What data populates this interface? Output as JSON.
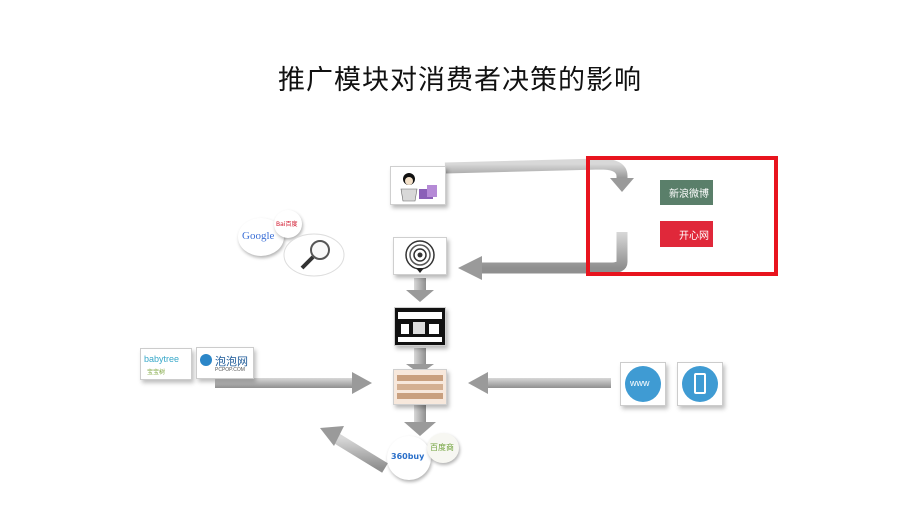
{
  "title": "推广模块对消费者决策的影响",
  "sns": {
    "weibo_label": "新浪微博",
    "kaixin_label": "开心网"
  },
  "search": {
    "google_label": "Google",
    "baidu_label": "Bai百度"
  },
  "left_sites": {
    "babytree_label": "babytree",
    "babytree_sub": "宝宝树",
    "paopao_label": "泡泡网",
    "paopao_sub": "PCPOP.COM"
  },
  "right_channels": {
    "www_label": "www"
  },
  "shops": {
    "s360_label": "360buy",
    "baidu_shop_label": "百度商"
  },
  "colors": {
    "highlight": "#e8141e",
    "arrow": "#a8a8a8"
  }
}
